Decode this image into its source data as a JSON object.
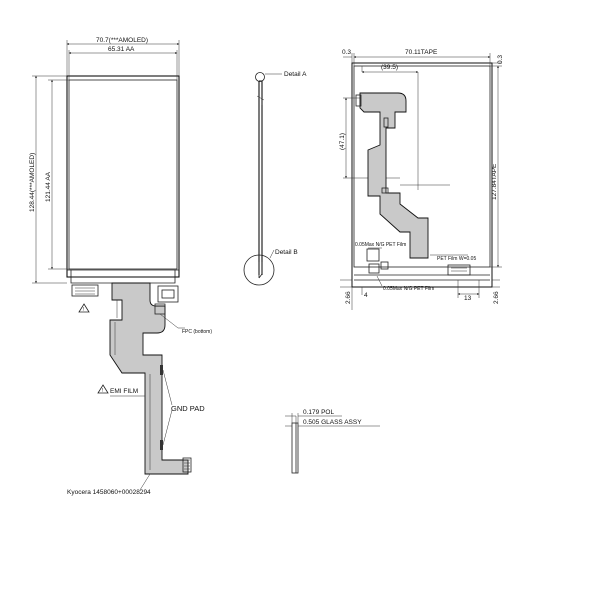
{
  "front_view": {
    "dim_outline_width": "70.7(***AMOLED)",
    "dim_active_width": "65.31 AA",
    "dim_outline_height": "128.44(***AMOLED)",
    "dim_active_height": "121.44 AA",
    "fpc_label": "FPC (bottom)",
    "emi_label": "EMI FILM",
    "gnd_label": "GND PAD",
    "part_label": "Kyocera 1458060+00028294"
  },
  "side_view": {
    "detail_a": "Detail A",
    "detail_b": "Detail B"
  },
  "back_view": {
    "dim_left_gap": "0.3",
    "dim_tape_width": "70.11TAPE",
    "dim_top_gap": "0.3",
    "dim_fpc_offset": "(39.5)",
    "dim_fpc_height": "(47.1)",
    "dim_tape_height": "127.84TAPE",
    "film_label_1": "0.05Max N/G PET Film",
    "film_label_2": "PET Film W=0.05",
    "film_label_3": "0.05Max N/G PET Film",
    "dim_bottom_left": "2.66",
    "dim_bottom_small": "4",
    "dim_bottom_right_w": "13",
    "dim_bottom_right": "2.66"
  },
  "thickness_detail": {
    "pol": "0.179 POL",
    "glass": "0.505 GLASS ASSY"
  }
}
